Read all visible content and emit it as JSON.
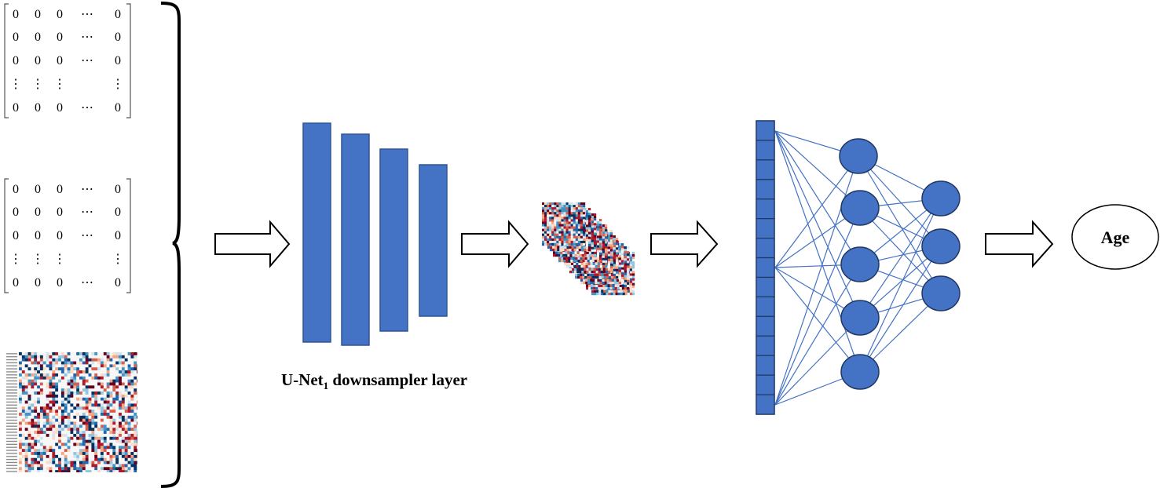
{
  "matrix_top": {
    "rows": [
      [
        "0",
        "0",
        "0",
        "⋯",
        "0"
      ],
      [
        "0",
        "0",
        "0",
        "⋯",
        "0"
      ],
      [
        "0",
        "0",
        "0",
        "⋯",
        "0"
      ],
      [
        "⋮",
        "⋮",
        "⋮",
        "",
        "⋮"
      ],
      [
        "0",
        "0",
        "0",
        "⋯",
        "0"
      ]
    ]
  },
  "matrix_mid": {
    "rows": [
      [
        "0",
        "0",
        "0",
        "⋯",
        "0"
      ],
      [
        "0",
        "0",
        "0",
        "⋯",
        "0"
      ],
      [
        "0",
        "0",
        "0",
        "⋯",
        "0"
      ],
      [
        "⋮",
        "⋮",
        "⋮",
        "",
        "⋮"
      ],
      [
        "0",
        "0",
        "0",
        "⋯",
        "0"
      ]
    ]
  },
  "encoder": {
    "caption_main": "U-Net",
    "caption_sub": "1",
    "caption_rest": " downsampler layer",
    "color": "#4472C4"
  },
  "network": {
    "input_units": 15,
    "hidden1_units": 5,
    "hidden2_units": 3,
    "color": "#4472C4",
    "edge_color": "#4472C4"
  },
  "output": {
    "label": "Age"
  },
  "heatmap_colors": [
    "#67001f",
    "#b2182b",
    "#d6604d",
    "#f4a582",
    "#fddbc7",
    "#f7f7f7",
    "#d1e5f0",
    "#92c5de",
    "#4393c3",
    "#2166ac",
    "#053061"
  ]
}
